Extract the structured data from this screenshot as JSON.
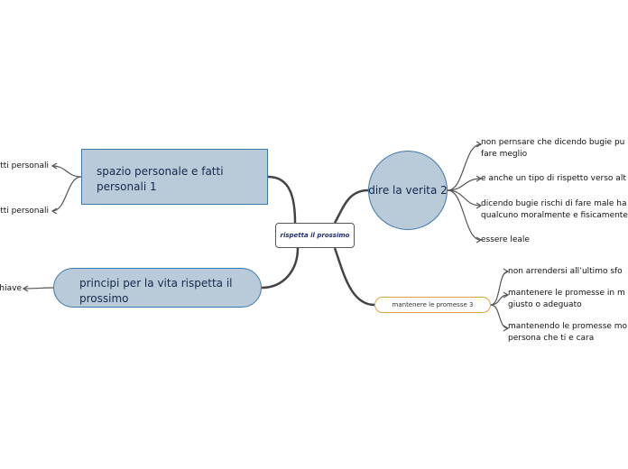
{
  "center": {
    "label": "rispetta il prossimo"
  },
  "nodes": {
    "spazio": {
      "label": "spazio personale e fatti personali 1"
    },
    "principi": {
      "label": "principi per la vita rispetta il prossimo"
    },
    "verita": {
      "label": "dire la verita 2"
    },
    "promesse": {
      "label": "mantenere le promesse 3"
    }
  },
  "leaves": {
    "spazio_1": "tti personali",
    "spazio_2": "tti personali",
    "principi_1": "hiave",
    "verita_1_line1": "non pernsare che dicendo bugie pu",
    "verita_1_line2": "fare meglio",
    "verita_2": "e anche un tipo di rispetto verso alt",
    "verita_3_line1": "dicendo bugie rischi di fare male ha",
    "verita_3_line2": "qualcuno moralmente e fisicamente",
    "verita_4": "essere leale",
    "promesse_1": "non arrendersi all’ultimo sfo",
    "promesse_2_line1": "mantenere le promesse in m",
    "promesse_2_line2": "giusto o adeguato",
    "promesse_3_line1": "mantenendo le promesse mo",
    "promesse_3_line2": "persona che ti e cara"
  },
  "colors": {
    "node_fill": "#b9cbd8",
    "node_border": "#3f78ad",
    "node_text": "#16284d",
    "pill_border": "#e0a040",
    "connector": "#444444"
  }
}
